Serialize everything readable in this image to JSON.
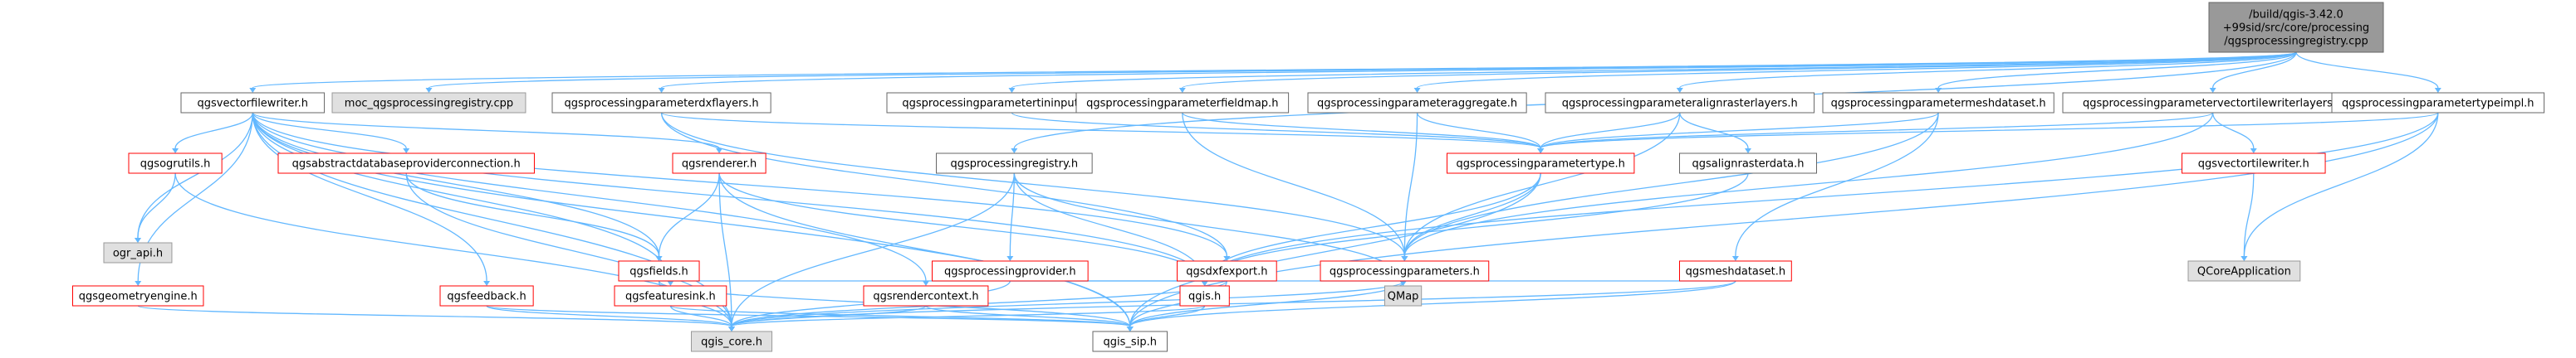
{
  "diagram": {
    "root": "root",
    "nodes": [
      {
        "id": "root",
        "lines": [
          "/build/qgis-3.42.0",
          "+99sid/src/core/processing",
          "/qgsprocessingregistry.cpp"
        ],
        "style": "root"
      },
      {
        "id": "vectorfilewriter",
        "lines": [
          "qgsvectorfilewriter.h"
        ],
        "style": "plain"
      },
      {
        "id": "moc",
        "lines": [
          "moc_qgsprocessingregistry.cpp"
        ],
        "style": "gray"
      },
      {
        "id": "dxflayers",
        "lines": [
          "qgsprocessingparameterdxflayers.h"
        ],
        "style": "plain"
      },
      {
        "id": "tininput",
        "lines": [
          "qgsprocessingparametertininputlayers.h"
        ],
        "style": "plain"
      },
      {
        "id": "fieldmap",
        "lines": [
          "qgsprocessingparameterfieldmap.h"
        ],
        "style": "plain"
      },
      {
        "id": "aggregate",
        "lines": [
          "qgsprocessingparameteraggregate.h"
        ],
        "style": "plain"
      },
      {
        "id": "alignraster",
        "lines": [
          "qgsprocessingparameteralignrasterlayers.h"
        ],
        "style": "plain"
      },
      {
        "id": "meshdataset",
        "lines": [
          "qgsprocessingparametermeshdataset.h"
        ],
        "style": "plain"
      },
      {
        "id": "vectortile",
        "lines": [
          "qgsprocessingparametervectortilewriterlayers.h"
        ],
        "style": "plain"
      },
      {
        "id": "typeimpl",
        "lines": [
          "qgsprocessingparametertypeimpl.h"
        ],
        "style": "plain"
      },
      {
        "id": "ogrutils",
        "lines": [
          "qgsogrutils.h"
        ],
        "style": "red"
      },
      {
        "id": "absdb",
        "lines": [
          "qgsabstractdatabaseproviderconnection.h"
        ],
        "style": "red"
      },
      {
        "id": "renderer",
        "lines": [
          "qgsrenderer.h"
        ],
        "style": "red"
      },
      {
        "id": "registry",
        "lines": [
          "qgsprocessingregistry.h"
        ],
        "style": "plain"
      },
      {
        "id": "paramtype",
        "lines": [
          "qgsprocessingparametertype.h"
        ],
        "style": "red"
      },
      {
        "id": "alignrasterdata",
        "lines": [
          "qgsalignrasterdata.h"
        ],
        "style": "plain"
      },
      {
        "id": "vectortilewriter",
        "lines": [
          "qgsvectortilewriter.h"
        ],
        "style": "red"
      },
      {
        "id": "ograpi",
        "lines": [
          "ogr_api.h"
        ],
        "style": "gray"
      },
      {
        "id": "fields",
        "lines": [
          "qgsfields.h"
        ],
        "style": "red"
      },
      {
        "id": "provider",
        "lines": [
          "qgsprocessingprovider.h"
        ],
        "style": "red"
      },
      {
        "id": "dxfexport",
        "lines": [
          "qgsdxfexport.h"
        ],
        "style": "red"
      },
      {
        "id": "parameters",
        "lines": [
          "qgsprocessingparameters.h"
        ],
        "style": "red"
      },
      {
        "id": "meshdatasetcore",
        "lines": [
          "qgsmeshdataset.h"
        ],
        "style": "red"
      },
      {
        "id": "qcoreapp",
        "lines": [
          "QCoreApplication"
        ],
        "style": "gray"
      },
      {
        "id": "geomengine",
        "lines": [
          "qgsgeometryengine.h"
        ],
        "style": "red"
      },
      {
        "id": "feedback",
        "lines": [
          "qgsfeedback.h"
        ],
        "style": "red"
      },
      {
        "id": "featuresink",
        "lines": [
          "qgsfeaturesink.h"
        ],
        "style": "red"
      },
      {
        "id": "rendercontext",
        "lines": [
          "qgsrendercontext.h"
        ],
        "style": "red"
      },
      {
        "id": "qgis",
        "lines": [
          "qgis.h"
        ],
        "style": "red"
      },
      {
        "id": "qmap",
        "lines": [
          "QMap"
        ],
        "style": "gray"
      },
      {
        "id": "qgiscore",
        "lines": [
          "qgis_core.h"
        ],
        "style": "gray"
      },
      {
        "id": "qgissip",
        "lines": [
          "qgis_sip.h"
        ],
        "style": "plain"
      }
    ],
    "edges": [
      [
        "root",
        "vectorfilewriter"
      ],
      [
        "root",
        "moc"
      ],
      [
        "root",
        "dxflayers"
      ],
      [
        "root",
        "tininput"
      ],
      [
        "root",
        "fieldmap"
      ],
      [
        "root",
        "aggregate"
      ],
      [
        "root",
        "alignraster"
      ],
      [
        "root",
        "meshdataset"
      ],
      [
        "root",
        "vectortile"
      ],
      [
        "root",
        "typeimpl"
      ],
      [
        "root",
        "registry"
      ],
      [
        "vectorfilewriter",
        "ogrutils"
      ],
      [
        "vectorfilewriter",
        "absdb"
      ],
      [
        "vectorfilewriter",
        "renderer"
      ],
      [
        "vectorfilewriter",
        "ograpi"
      ],
      [
        "vectorfilewriter",
        "fields"
      ],
      [
        "vectorfilewriter",
        "geomengine"
      ],
      [
        "vectorfilewriter",
        "feedback"
      ],
      [
        "vectorfilewriter",
        "featuresink"
      ],
      [
        "vectorfilewriter",
        "rendercontext"
      ],
      [
        "vectorfilewriter",
        "qgiscore"
      ],
      [
        "vectorfilewriter",
        "qgis"
      ],
      [
        "vectorfilewriter",
        "qgissip"
      ],
      [
        "vectorfilewriter",
        "dxfexport"
      ],
      [
        "ogrutils",
        "ograpi"
      ],
      [
        "ogrutils",
        "qgiscore"
      ],
      [
        "absdb",
        "fields"
      ],
      [
        "absdb",
        "qgiscore"
      ],
      [
        "renderer",
        "fields"
      ],
      [
        "renderer",
        "qgiscore"
      ],
      [
        "renderer",
        "qgis"
      ],
      [
        "renderer",
        "qgissip"
      ],
      [
        "fields",
        "qgiscore"
      ],
      [
        "fields",
        "qgis"
      ],
      [
        "fields",
        "qgissip"
      ],
      [
        "geomengine",
        "qgiscore"
      ],
      [
        "feedback",
        "qgiscore"
      ],
      [
        "feedback",
        "qgissip"
      ],
      [
        "featuresink",
        "qgiscore"
      ],
      [
        "featuresink",
        "qgissip"
      ],
      [
        "rendercontext",
        "qgiscore"
      ],
      [
        "rendercontext",
        "qgissip"
      ],
      [
        "registry",
        "provider"
      ],
      [
        "registry",
        "qgiscore"
      ],
      [
        "registry",
        "qgis"
      ],
      [
        "registry",
        "qmap"
      ],
      [
        "provider",
        "qgiscore"
      ],
      [
        "provider",
        "qgis"
      ],
      [
        "dxflayers",
        "paramtype"
      ],
      [
        "dxflayers",
        "parameters"
      ],
      [
        "dxflayers",
        "dxfexport"
      ],
      [
        "dxfexport",
        "qgiscore"
      ],
      [
        "dxfexport",
        "qgis"
      ],
      [
        "dxfexport",
        "qgissip"
      ],
      [
        "tininput",
        "paramtype"
      ],
      [
        "fieldmap",
        "paramtype"
      ],
      [
        "fieldmap",
        "parameters"
      ],
      [
        "aggregate",
        "paramtype"
      ],
      [
        "aggregate",
        "parameters"
      ],
      [
        "alignraster",
        "paramtype"
      ],
      [
        "alignraster",
        "parameters"
      ],
      [
        "alignraster",
        "alignrasterdata"
      ],
      [
        "alignrasterdata",
        "qgis"
      ],
      [
        "meshdataset",
        "paramtype"
      ],
      [
        "meshdataset",
        "parameters"
      ],
      [
        "meshdataset",
        "meshdatasetcore"
      ],
      [
        "meshdatasetcore",
        "qgiscore"
      ],
      [
        "meshdatasetcore",
        "qmap"
      ],
      [
        "meshdatasetcore",
        "qgissip"
      ],
      [
        "vectortile",
        "paramtype"
      ],
      [
        "vectortile",
        "parameters"
      ],
      [
        "vectortile",
        "vectortilewriter"
      ],
      [
        "vectortilewriter",
        "qcoreapp"
      ],
      [
        "typeimpl",
        "paramtype"
      ],
      [
        "typeimpl",
        "qcoreapp"
      ],
      [
        "typeimpl",
        "qgis"
      ],
      [
        "typeimpl",
        "qgissip"
      ],
      [
        "paramtype",
        "parameters"
      ],
      [
        "paramtype",
        "qgis"
      ],
      [
        "paramtype",
        "qgissip"
      ],
      [
        "parameters",
        "qgis"
      ],
      [
        "parameters",
        "qmap"
      ],
      [
        "parameters",
        "qgiscore"
      ],
      [
        "parameters",
        "qgissip"
      ],
      [
        "qgis",
        "qgiscore"
      ],
      [
        "qgis",
        "qgissip"
      ]
    ]
  },
  "styles": {
    "root": {
      "fill": "#999999",
      "stroke": "#666666",
      "text": "#000000"
    },
    "plain": {
      "fill": "#ffffff",
      "stroke": "#666666",
      "text": "#000000"
    },
    "gray": {
      "fill": "#e0e0e0",
      "stroke": "#999999",
      "text": "#000000"
    },
    "red": {
      "fill": "#ffffff",
      "stroke": "#ff0000",
      "text": "#000000"
    }
  },
  "edge_color": "#63b8ff"
}
